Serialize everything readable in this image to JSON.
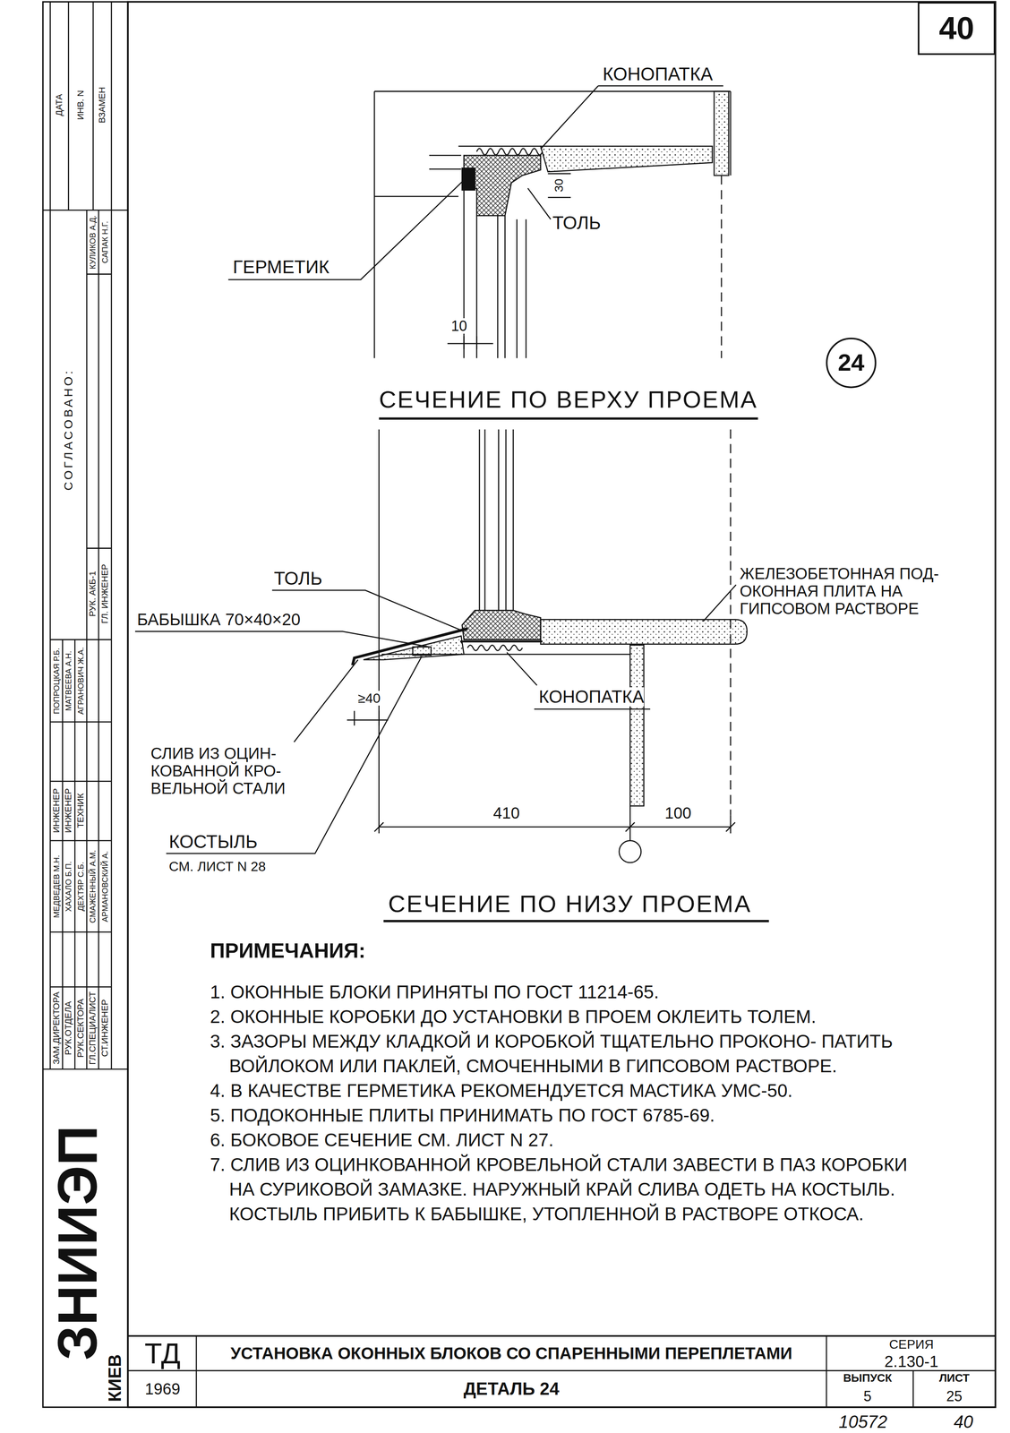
{
  "diagram": {
    "nodes": [
      {
        "text": [
          "40"
        ]
      },
      {
        "text": [
          "24"
        ]
      }
    ],
    "labels": [
      "КОНОПАТКА",
      "ГЕРМЕТИК",
      "ТОЛЬ",
      "30",
      "10",
      "СЕЧЕНИЕ ПО ВЕРХУ ПРОЕМА",
      "ТОЛЬ",
      "БАБЫШКА 70×40×20",
      "ЖЕЛЕЗОБЕТОННАЯ ПОД- ОКОННАЯ ПЛИТА НА ГИПСОВОМ РАСТВОРЕ",
      "КОНОПАТКА",
      "≥40",
      "СЛИВ ИЗ ОЦИН- КОВАННОЙ КРО- ВЕЛЬНОЙ СТАЛИ",
      "КОСТЫЛЬ",
      "СМ. ЛИСТ N 28",
      "410",
      "100",
      "СЕЧЕНИЕ ПО НИЗУ ПРОЕМА",
      "ПРИМЕЧАНИЯ:",
      "1. ОКОННЫЕ БЛОКИ ПРИНЯТЫ ПО ГОСТ 11214-65.",
      "2. ОКОННЫЕ КОРОБКИ ДО УСТАНОВКИ В ПРОЕМ ОКЛЕИТЬ ТОЛЕМ.",
      "3. ЗАЗОРЫ МЕЖДУ КЛАДКОЙ И КОРОБКОЙ ТЩАТЕЛЬНО ПРОКОНО- ПАТИТЬ ВОЙЛОКОМ ИЛИ ПАКЛЕЙ, СМОЧЕННЫМИ В ГИПСОВОМ РАСТВОРЕ.",
      "4. В КАЧЕСТВЕ ГЕРМЕТИКА РЕКОМЕНДУЕТСЯ МАСТИКА УМС-50.",
      "5. ПОДОКОННЫЕ ПЛИТЫ ПРИНИМАТЬ ПО ГОСТ 6785-69.",
      "6. БОКОВОЕ СЕЧЕНИЕ СМ. ЛИСТ N 27.",
      "7. СЛИВ ИЗ ОЦИНКОВАННОЙ КРОВЕЛЬНОЙ СТАЛИ ЗАВЕСТИ В ПАЗ КОРОБКИ НА СУРИКОВОЙ ЗАМАЗКЕ. НАРУЖНЫЙ КРАЙ СЛИВА ОДЕТЬ НА КОСТЫЛЬ. КОСТЫЛЬ ПРИБИТЬ К БАБЫШКЕ, УТОПЛЕННОЙ В РАСТВОРЕ ОТКОСА.",
      "ТД",
      "УСТАНОВКА ОКОННЫХ БЛОКОВ СО СПАРЕННЫМИ ПЕРЕПЛЕТАМИ",
      "СЕРИЯ",
      "2.130-1",
      "1969",
      "ДЕТАЛЬ 24",
      "ВЫПУСК",
      "5",
      "ЛИСТ",
      "25",
      "10572",
      "40",
      "ЗАМ.ДИРЕКТОРА",
      "РУК.ОТДЕЛА",
      "РУК.СЕКТОРА",
      "ГЛ.СПЕЦИАЛИСТ",
      "СТ.ИНЖЕНЕР",
      "МЕДВЕДЕВ М.Н.",
      "ХАХАЛО Б.П.",
      "ДЕХТЯР С.Б.",
      "СМАЖЕННЫЙ А.М.",
      "АРМАНОВСКИЙ А.",
      "ИНЖЕНЕР",
      "ИНЖЕНЕР",
      "ТЕХНИК",
      "ПОПРОЦКАЯ Р.Б.",
      "МАТВЕЕВА А.Н.",
      "АГРАНОВИЧ Ж.А.",
      "СОГЛАСОВАНО:",
      "РУК. АКБ-1",
      "ГЛ. ИНЖЕНЕР",
      "КУЛИКОВ А.Д.",
      "САПАК Н.Г.",
      "ДАТА",
      "ИНВ. N",
      "ВЗАМЕН",
      "ЗНИИЭП",
      "КИЕВ"
    ]
  }
}
